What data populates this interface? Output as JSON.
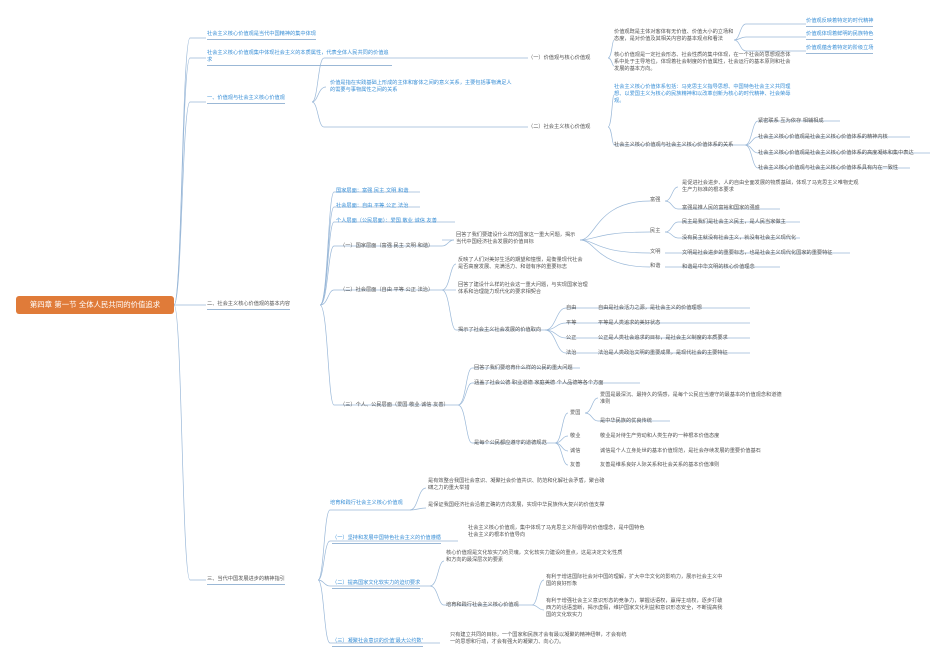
{
  "root": "第四章 第一节 全体人民共同的价值追求",
  "top_notes": [
    "社会主义核心价值观是当代中国精神的集中体现",
    "社会主义核心价值观集中体现社会主义的本质属性，代表全体人民共同的价值追求"
  ],
  "s1": {
    "title": "一、价值观与社会主义核心价值观",
    "def": "价值是指在实践基础上形成的主体和客体之间的意义关系，主要包括事物满足人的需要与事物属性之间的关系",
    "sub1": "（一）价值观与核心价值观",
    "sub1_text1": "价值观既是主体对客体有无价值、价值大小的立场和态度，是对价值及其相关内容的基本观点和看法",
    "sub1_side": [
      "价值观反映着特定的时代精神",
      "价值观体现着鲜明的民族特色",
      "价值观蕴含着特定的阶级立场"
    ],
    "sub1_text2": "核心价值观是一定社会形态、社会性质的集中体现，在一个社会的思想观念体系中处于主导地位，体现着社会制度的价值属性，社会运行的基本原则和社会发展的基本方向。",
    "sub2": "（二）社会主义核心价值观",
    "sub2_blue": "社会主义核心价值体系包括：马克思主义指导思想、中国特色社会主义共同理想、以爱国主义为核心的民族精神和以改革创新为核心的时代精神、社会荣辱观。",
    "sub2_rel": "社会主义核心价值观与社会主义核心价值体系的关系",
    "sub2_rel_items": [
      "紧密联系 互为依存 相辅相成",
      "社会主义核心价值观是社会主义核心价值体系的精神内核",
      "社会主义核心价值观是社会主义核心价值体系的高度凝练和集中表达",
      "社会主义核心价值观与社会主义核心价值体系具有内在一致性"
    ]
  },
  "s2": {
    "title": "二、社会主义核心价值观的基本内容",
    "levels": [
      "国家层面：富强 民主 文明 和谐",
      "社会层面：自由 平等 公正 法治",
      "个人层面（公民层面）：爱国 敬业 诚信 友善"
    ],
    "nation": {
      "label": "（一）国家层面（富强 民主 文明 和谐）",
      "answer": "回答了我们要建设什么样的国家这一重大问题，揭示当代中国经济社会发展的价值目标",
      "terms": [
        "富强",
        "民主",
        "文明",
        "和谐"
      ],
      "fu": [
        "是促进社会进步、人的自由全面发展的物质基础，体现了马克思主义唯物史观生产力标准的根本要求",
        "富强是推人民的富裕和国家的强盛"
      ],
      "min": [
        "民主是我们是社会主义民主，是人民当家做主",
        "没有民主就没有社会主义，就没有社会主义现代化"
      ],
      "wen": "文明是社会进步的重要标志，也是社会主义现代化国家的重要特征",
      "he": "和谐是中华文明的核心价值理念"
    },
    "society": {
      "label": "（二）社会层面（自由 平等 公正 法治）",
      "t1": "反映了人们对美好生活的期望和憧憬，是衡量现代社会是否高度发展、充满活力、和谐有序的重要标志",
      "t2": "回答了建设什么样的社会这一重大问题，与实现国家治理体系和治理能力现代化的要求相契合",
      "t3": "揭示了社会主义社会发展的价值取向",
      "terms": [
        "自由",
        "平等",
        "公正",
        "法治"
      ],
      "defs": [
        "自由是社会活力之源，是社会主义的价值理想",
        "平等是人类追求的美好状态",
        "公正是人类社会追求的目标，是社会主义制度的本质要求",
        "法治是人类政治文明的重要成果，是现代社会的主要特征"
      ]
    },
    "person": {
      "label": "（三）个人、公民层面（爱国 敬业 诚信 友善）",
      "t1": "回答了我们要培育什么样的公民的重大问题",
      "t2": "涵盖了社会公德 职业道德 家庭美德 个人品德等各个方面",
      "t3": "是每个公民都应遵守的道德规范",
      "terms": [
        "爱国",
        "敬业",
        "诚信",
        "友善"
      ],
      "aiguo": [
        "爱国是最深沉、最持久的情感，是每个公民应当遵守的最基本的价值观念和道德准则",
        "是中华民族的优良传统"
      ],
      "jingye": "敬业是对待生产劳动和人类生存的一种根本价值态度",
      "chengxin": "诚信是个人立身处世的基本价值规范，是社会存续发展的重要价值基石",
      "youshan": "友善是维系良好人际关系和社会关系的基本价值准则"
    }
  },
  "s3": {
    "title": "三、当代中国发展进步的精神指引",
    "p0": "培育和践行社会主义核心价值观",
    "p0_items": [
      "是有效整合我国社会意识、凝聚社会价值共识、防范和化解社会矛盾，聚合磅礴之力的重大举措",
      "是保证我国经济社会沿着正确的方向发展，实现中华民族伟大复兴的价值支撑"
    ],
    "p1": "（一）坚持和发展中国特色社会主义的价值遵循",
    "p1_text": "社会主义核心价值观，集中体现了马克思主义所倡导的价值理念，是中国特色社会主义的根本价值导向",
    "p2": "（二）提高国家文化软实力的迫切要求",
    "p2_text": "核心价值观是文化软实力的灵魂，文化软实力建设的重点，这是决定文化性质和方向的最深层次的要素",
    "p2_sub": "培育和践行社会主义核心价值观",
    "p2_sub_items": [
      "有利于增进国际社会对中国的理解，扩大中华文化的影响力，展示社会主义中国的良好形象",
      "有利于增强社会主义意识形态的竞争力，掌握话语权，赢得主动权，逐步打破西方的话语垄断，揭示虚假，维护国家文化利益和意识形态安全，不断提高我国的文化软实力"
    ],
    "p3": "（三）凝聚社会意识的价值'最大公约数'",
    "p3_text": "只有建立共同的目标，一个国家和民族才会有最以凝聚的精神纽带，才会有统一的思想和行动，才会有强大的凝聚力、向心力。"
  }
}
